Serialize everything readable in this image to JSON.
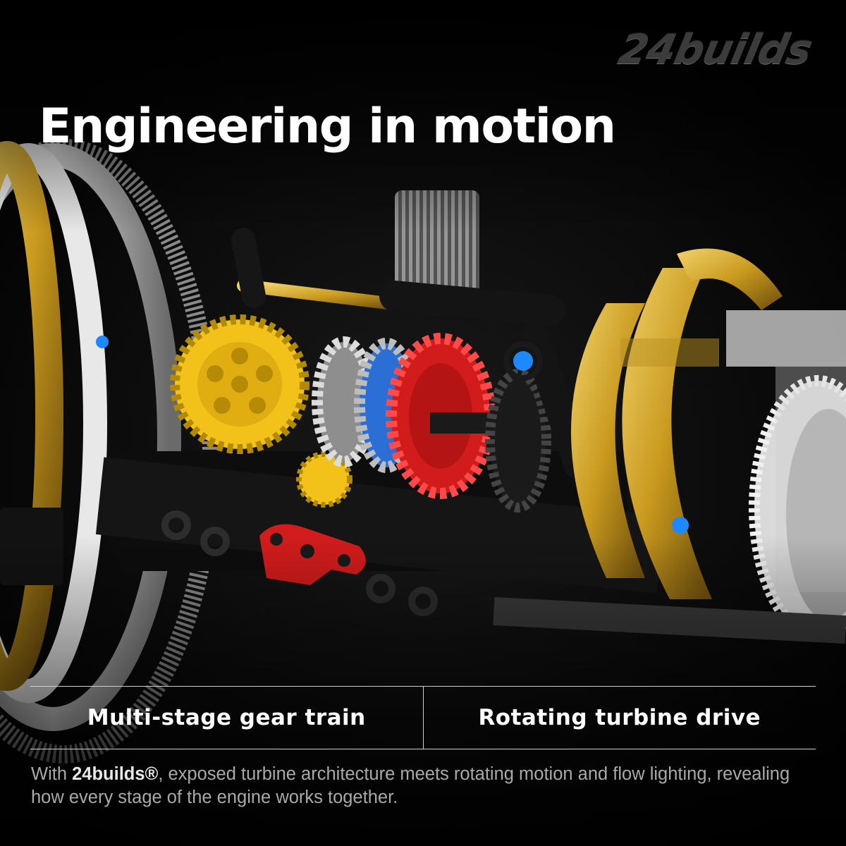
{
  "brand": {
    "logo_text": "24builds"
  },
  "headline": "Engineering in motion",
  "features": [
    {
      "label": "Multi-stage gear train"
    },
    {
      "label": "Rotating turbine drive"
    }
  ],
  "caption": {
    "prefix": "With ",
    "brand": "24builds®",
    "text": ", exposed turbine architecture meets rotating motion and flow lighting, revealing how every stage of the engine works together."
  },
  "colors": {
    "background": "#050505",
    "gold": "#c9a227",
    "red": "#d21c1c",
    "yellow": "#f2c21b",
    "gray": "#9a9a9a",
    "blue_light": "#1e88ff"
  }
}
